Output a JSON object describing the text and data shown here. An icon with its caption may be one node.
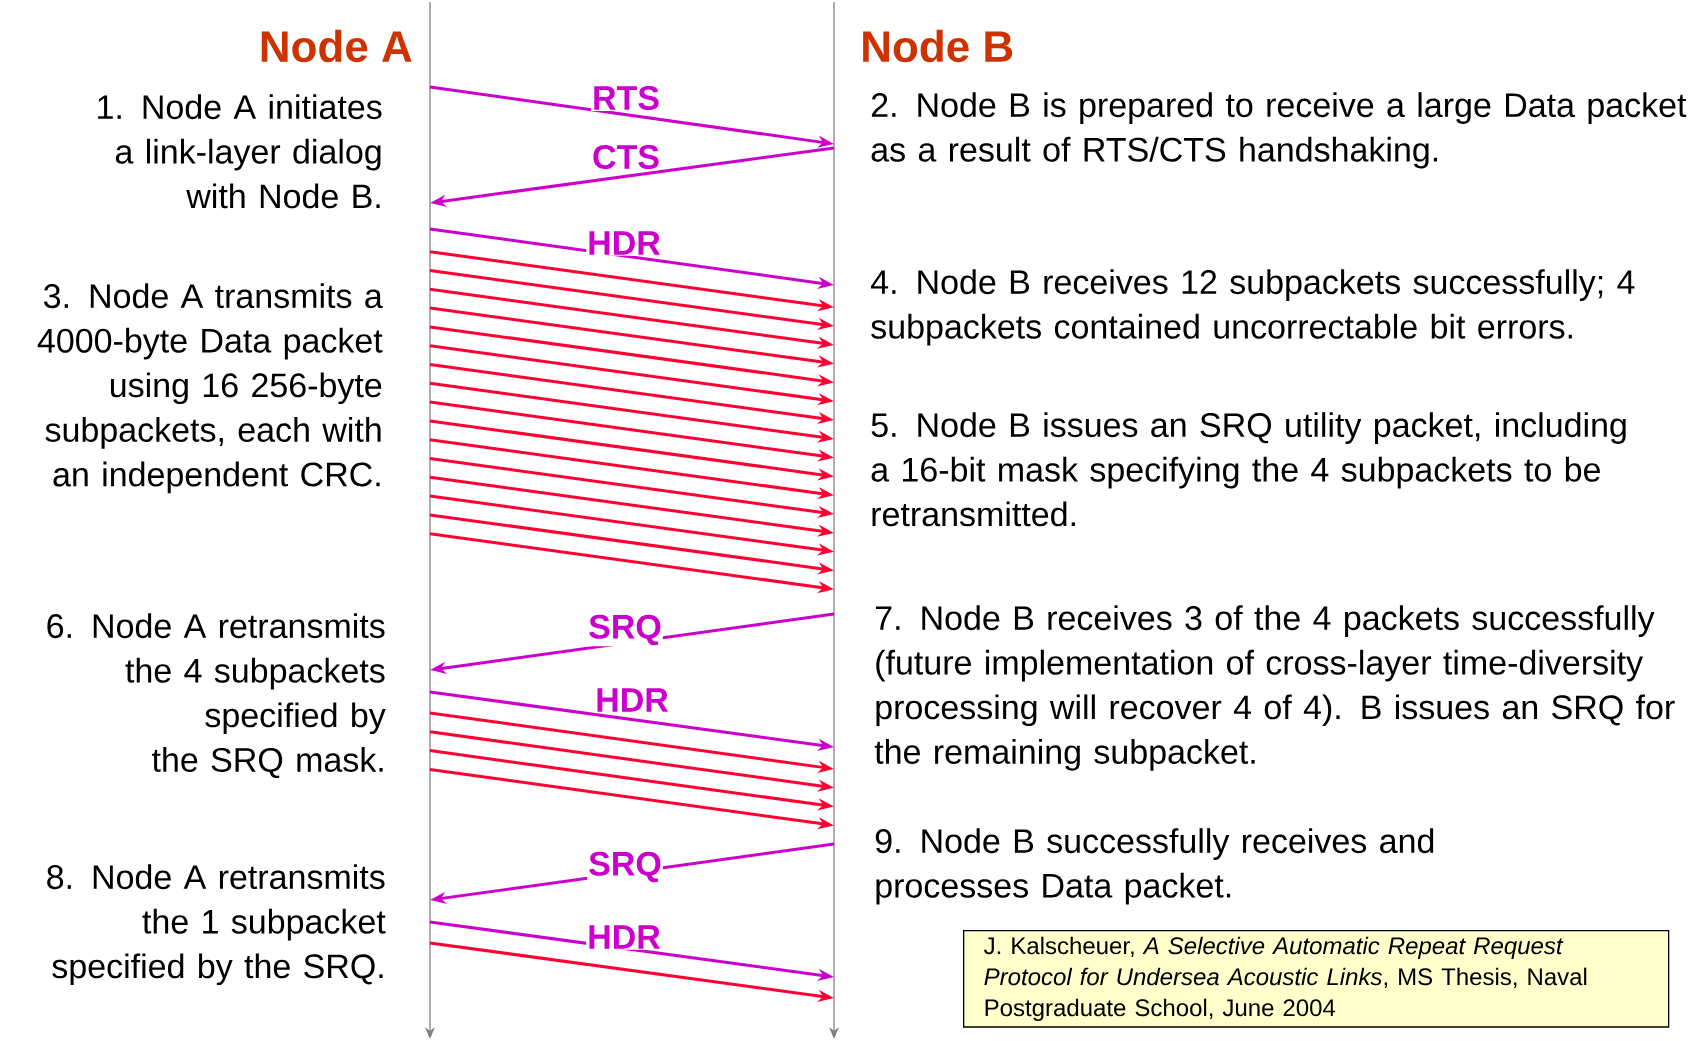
{
  "diagram": {
    "nodes": [
      {
        "text": [
          "Node A"
        ]
      },
      {
        "text": [
          "Node B"
        ]
      },
      {
        "text": [
          "J. Kalscheuer, *A Selective Automatic Repeat Request Protocol for Undersea Acoustic Links*, MS Thesis, Naval Postgraduate School, June 2004"
        ]
      }
    ],
    "edges": [
      {
        "from": 0,
        "to": 1,
        "arrow": "to",
        "label": "RTS",
        "color": "#cc00cc"
      },
      {
        "from": 1,
        "to": 0,
        "arrow": "to",
        "label": "CTS",
        "color": "#cc00cc"
      },
      {
        "from": 0,
        "to": 1,
        "arrow": "to",
        "label": "HDR",
        "color": "#cc00cc"
      },
      {
        "from": 0,
        "to": 1,
        "arrow": "to"
      },
      {
        "from": 0,
        "to": 1,
        "arrow": "to"
      },
      {
        "from": 0,
        "to": 1,
        "arrow": "to"
      },
      {
        "from": 0,
        "to": 1,
        "arrow": "to"
      },
      {
        "from": 0,
        "to": 1,
        "arrow": "to"
      },
      {
        "from": 0,
        "to": 1,
        "arrow": "to"
      },
      {
        "from": 0,
        "to": 1,
        "arrow": "to"
      },
      {
        "from": 0,
        "to": 1,
        "arrow": "to"
      },
      {
        "from": 0,
        "to": 1,
        "arrow": "to"
      },
      {
        "from": 0,
        "to": 1,
        "arrow": "to"
      },
      {
        "from": 0,
        "to": 1,
        "arrow": "to"
      },
      {
        "from": 0,
        "to": 1,
        "arrow": "to"
      },
      {
        "from": 0,
        "to": 1,
        "arrow": "to"
      },
      {
        "from": 0,
        "to": 1,
        "arrow": "to"
      },
      {
        "from": 0,
        "to": 1,
        "arrow": "to"
      },
      {
        "from": 0,
        "to": 1,
        "arrow": "to"
      },
      {
        "from": 1,
        "to": 0,
        "arrow": "to",
        "label": "SRQ",
        "color": "#cc00cc"
      },
      {
        "from": 0,
        "to": 1,
        "arrow": "to",
        "label": "HDR",
        "color": "#cc00cc"
      },
      {
        "from": 0,
        "to": 1,
        "arrow": "to"
      },
      {
        "from": 0,
        "to": 1,
        "arrow": "to"
      },
      {
        "from": 0,
        "to": 1,
        "arrow": "to"
      },
      {
        "from": 0,
        "to": 1,
        "arrow": "to"
      },
      {
        "from": 1,
        "to": 0,
        "arrow": "to",
        "label": "SRQ",
        "color": "#cc00cc"
      },
      {
        "from": 0,
        "to": 1,
        "arrow": "to",
        "label": "HDR",
        "color": "#cc00cc"
      },
      {
        "from": 0,
        "to": 1,
        "arrow": "to"
      }
    ],
    "labels": [
      "1. Node A initiates a link-layer dialog with Node B.",
      "2. Node B is prepared to receive a large Data packet as a result of RTS/CTS handshaking.",
      "3. Node A transmits a 4000-byte Data packet using 16 256-byte subpackets, each with an independent CRC.",
      "4. Node B receives 12 subpackets successfully; 4 subpackets contained uncorrectable bit errors.",
      "5. Node B issues an SRQ utility packet, including a 16-bit mask specifying the 4 subpackets to be retransmitted.",
      "6. Node A retransmits the 4 subpackets specified by the SRQ mask.",
      "7. Node B receives 3 of the 4 packets successfully (future implementation of cross-layer time-diversity processing will recover 4 of 4). B issues an SRQ for the remaining subpacket.",
      "8. Node A retransmits the 1 subpacket specified by the SRQ.",
      "9. Node B successfully receives and processes Data packet."
    ]
  }
}
